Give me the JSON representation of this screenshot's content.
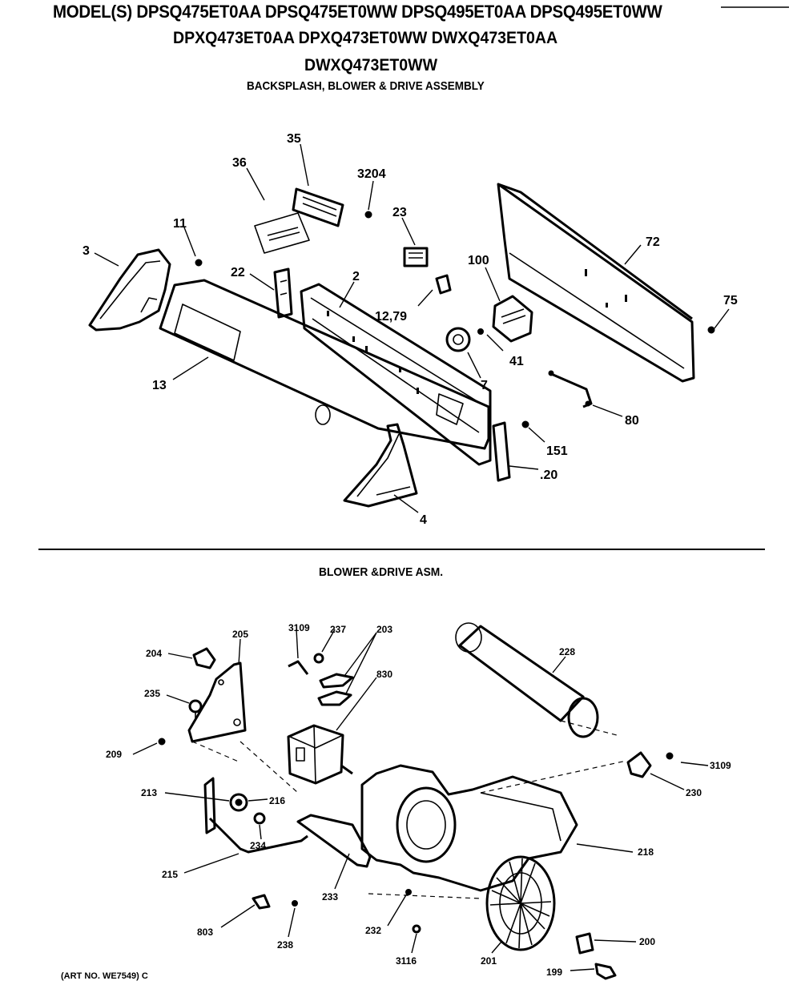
{
  "header": {
    "line1": "MODEL(S) DPSQ475ET0AA  DPSQ475ET0WW  DPSQ495ET0AA  DPSQ495ET0WW",
    "line2": "DPXQ473ET0AA  DPXQ473ET0WW  DWXQ473ET0AA",
    "line3": "DWXQ473ET0WW",
    "subtitle": "BACKSPLASH, BLOWER & DRIVE ASSEMBLY"
  },
  "section2_title": "BLOWER &DRIVE ASM.",
  "art_no": "(ART NO. WE7549) C",
  "labels_top": {
    "p35": "35",
    "p36": "36",
    "p3204": "3204",
    "p23": "23",
    "p11": "11",
    "p3": "3",
    "p22": "22",
    "p2": "2",
    "p100": "100",
    "p72": "72",
    "p75": "75",
    "p1279": "12,79",
    "p41": "41",
    "p7": "7",
    "p13": "13",
    "p80": "80",
    "p151": "151",
    "p20": ".20",
    "p4": "4"
  },
  "labels_bottom": {
    "p3109a": "3109",
    "p237": "237",
    "p203": "203",
    "p205": "205",
    "p204": "204",
    "p830": "830",
    "p228": "228",
    "p235": "235",
    "p209": "209",
    "p3109b": "3109",
    "p230": "230",
    "p213": "213",
    "p216": "216",
    "p234": "234",
    "p218": "218",
    "p215": "215",
    "p233": "233",
    "p232": "232",
    "p803": "803",
    "p238": "238",
    "p3116": "3116",
    "p201": "201",
    "p200": "200",
    "p199": "199"
  }
}
